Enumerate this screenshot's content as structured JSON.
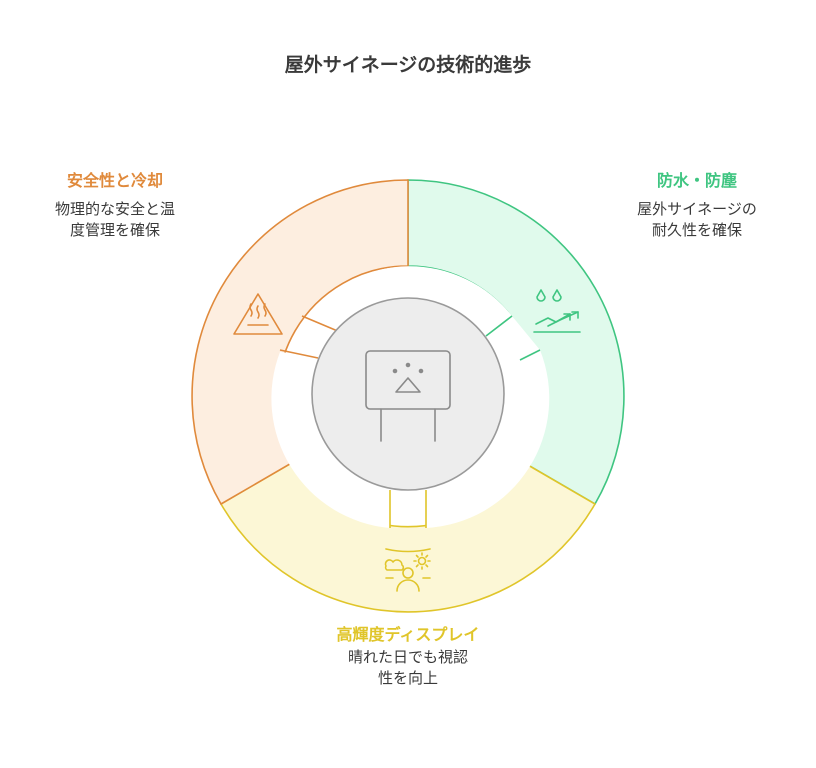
{
  "title": "屋外サイネージの技術的進歩",
  "sections": [
    {
      "key": "safety",
      "heading": "安全性と冷却",
      "desc": [
        "物理的な安全と温",
        "度管理を確保"
      ],
      "icon": "hot-surface-warning-icon",
      "color": "#e08a3c",
      "fill": "#fdeee0"
    },
    {
      "key": "waterproof",
      "heading": "防水・防塵",
      "desc": [
        "屋外サイネージの",
        "耐久性を確保"
      ],
      "icon": "water-drops-icon",
      "color": "#3fc581",
      "fill": "#e0faec"
    },
    {
      "key": "brightness",
      "heading": "高輝度ディスプレイ",
      "desc": [
        "晴れた日でも視認",
        "性を向上"
      ],
      "icon": "sunlight-person-icon",
      "color": "#e0c52a",
      "fill": "#fcf7d6"
    }
  ],
  "center": {
    "icon": "signage-board-icon"
  }
}
